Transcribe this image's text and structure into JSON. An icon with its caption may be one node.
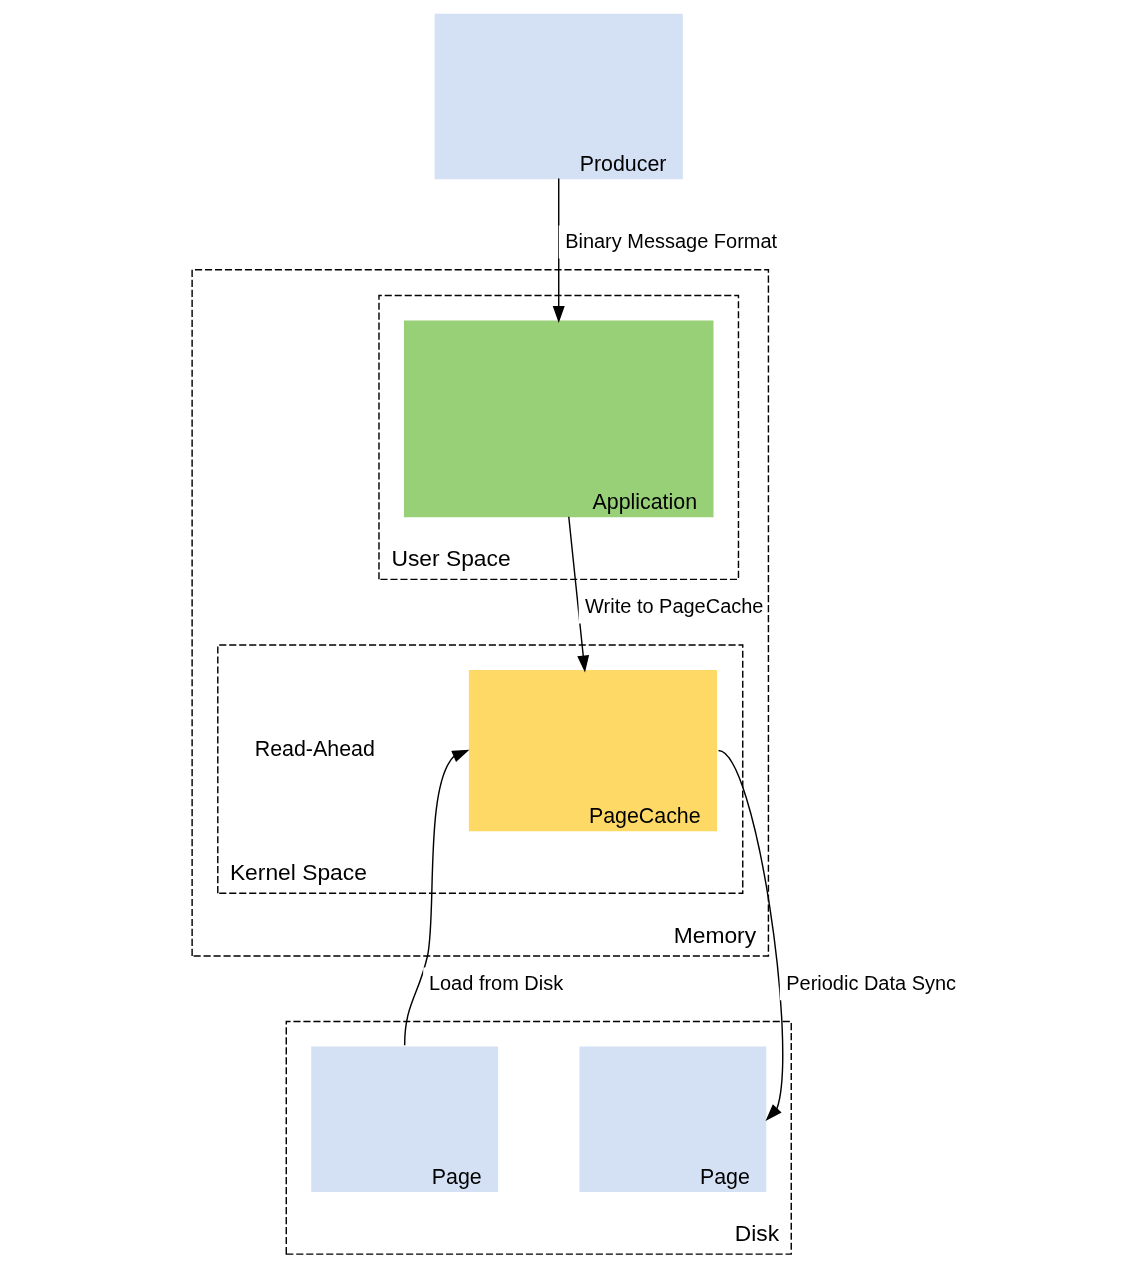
{
  "diagram": {
    "nodes": [
      {
        "text": [
          "Producer"
        ]
      },
      {
        "text": [
          "Memory"
        ]
      },
      {
        "text": [
          "User Space"
        ],
        "in": 1
      },
      {
        "text": [
          "Application"
        ],
        "in": 2
      },
      {
        "text": [
          "Kernel Space"
        ],
        "in": 1
      },
      {
        "text": [
          "PageCache"
        ],
        "in": 4
      },
      {
        "text": [
          "Disk"
        ]
      },
      {
        "text": [
          "Page"
        ],
        "in": 6
      },
      {
        "text": [
          "Page"
        ],
        "in": 6
      }
    ],
    "edges": [
      {
        "from": 0,
        "to": 3,
        "arrow": "to",
        "label": "Binary Message Format"
      },
      {
        "from": 3,
        "to": 5,
        "arrow": "to",
        "label": "Write to PageCache"
      },
      {
        "from": 7,
        "to": 5,
        "arrow": "to",
        "label": "Load from Disk"
      },
      {
        "from": 5,
        "to": 8,
        "arrow": "to",
        "label": "Periodic Data Sync"
      }
    ],
    "labels": [
      "Read-Ahead"
    ]
  }
}
